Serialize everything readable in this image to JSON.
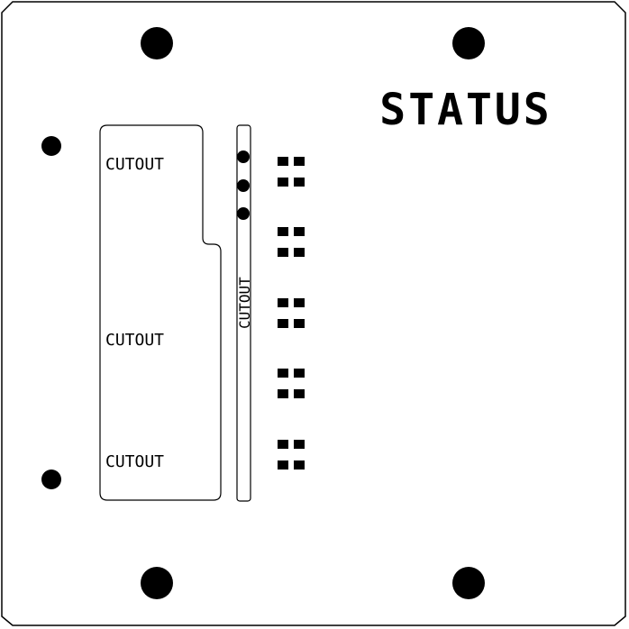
{
  "panel": {
    "title": "STATUS",
    "cutout_label": "CUTOUT"
  },
  "cutouts": [
    {
      "label": "CUTOUT"
    },
    {
      "label": "CUTOUT"
    },
    {
      "label": "CUTOUT"
    }
  ],
  "slot": {
    "label": "CUTOUT"
  },
  "led_count": 3,
  "pad_group_count": 5,
  "colors": {
    "line": "#000000",
    "background": "#ffffff"
  }
}
